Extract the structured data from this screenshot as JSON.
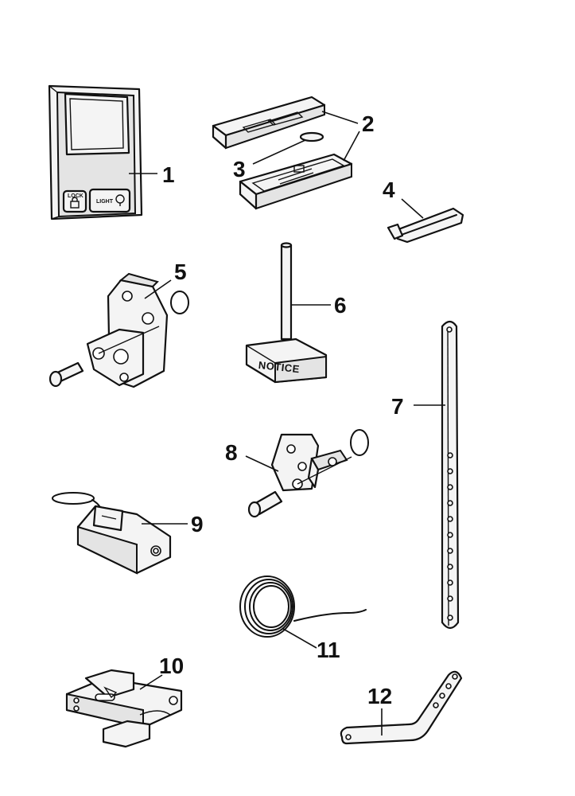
{
  "callouts": {
    "c1": "1",
    "c2": "2",
    "c3": "3",
    "c4": "4",
    "c5": "5",
    "c6": "6",
    "c7": "7",
    "c8": "8",
    "c9": "9",
    "c10": "10",
    "c11": "11",
    "c12": "12"
  },
  "control_panel": {
    "lock_label": "LOCK",
    "light_label": "LIGHT"
  },
  "notice_tag": {
    "label": "NOTICE"
  }
}
